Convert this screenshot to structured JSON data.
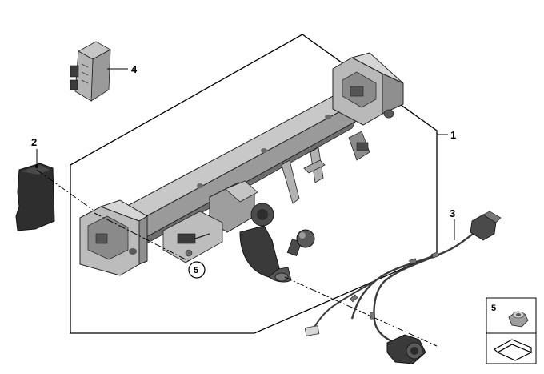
{
  "callouts": {
    "part_1": "1",
    "part_2": "2",
    "part_3": "3",
    "part_4": "4",
    "part_5_circled": "5",
    "legend_5": "5"
  },
  "watermark": "",
  "colors": {
    "metal_light": "#c9c9c9",
    "metal_mid": "#9c9c9c",
    "metal_dark": "#5e5e5e",
    "rubber_dark": "#2e2e2e",
    "outline": "#222222",
    "line": "#000000"
  },
  "legend": {
    "item_5_icon": "nut-icon",
    "item_6_icon": "step-arrow-icon"
  }
}
